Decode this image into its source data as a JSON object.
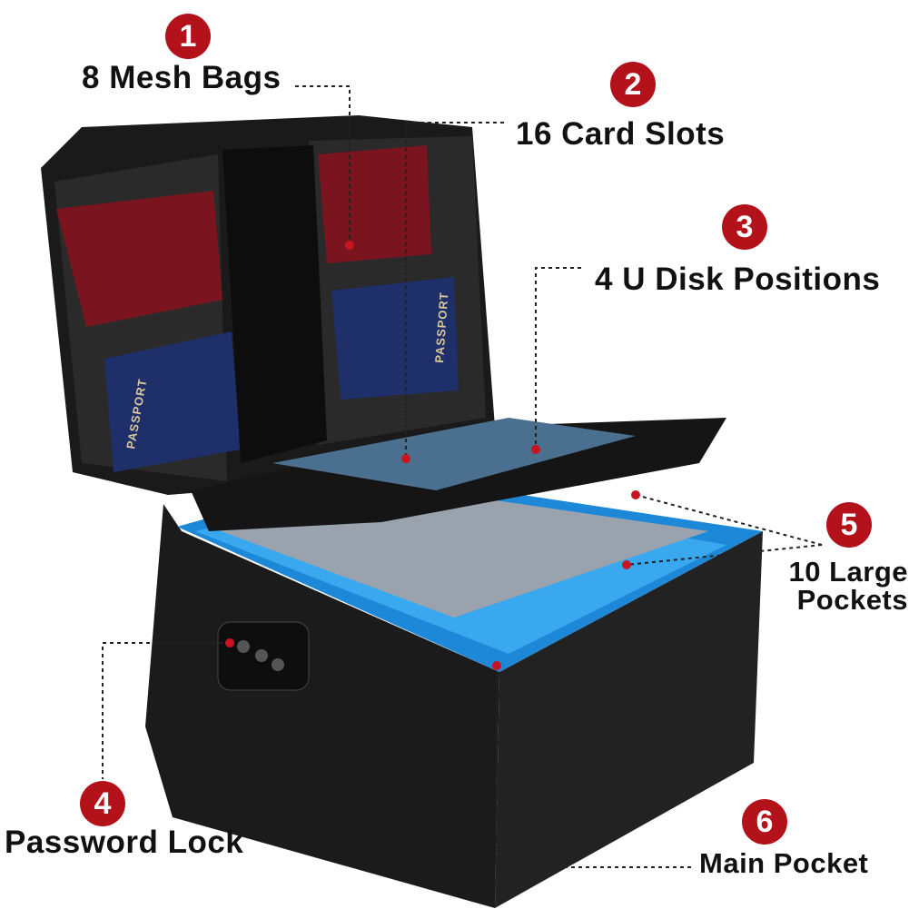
{
  "accent_color": "#b3121b",
  "callouts": [
    {
      "number": "1",
      "label": "8 Mesh Bags"
    },
    {
      "number": "2",
      "label": "16 Card Slots"
    },
    {
      "number": "3",
      "label": "4 U Disk Positions"
    },
    {
      "number": "4",
      "label": "Password Lock"
    },
    {
      "number": "5",
      "label_line1": "10 Large",
      "label_line2": "Pockets"
    },
    {
      "number": "6",
      "label": "Main Pocket"
    }
  ],
  "product_image": {
    "passport_text": "PASSPORT"
  }
}
